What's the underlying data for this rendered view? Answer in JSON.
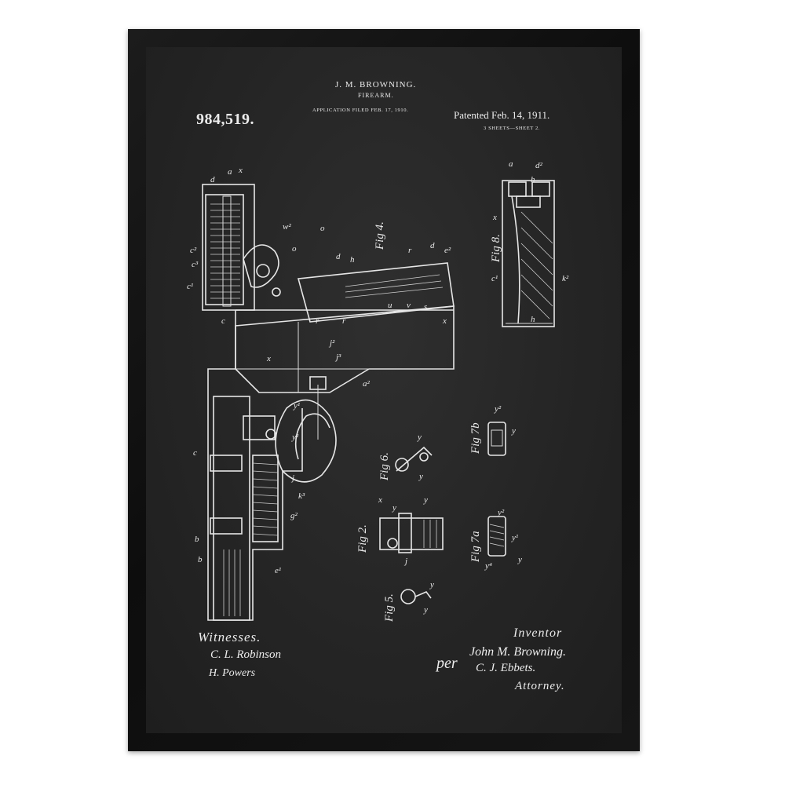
{
  "header": {
    "inventor": "J. M. BROWNING.",
    "subject": "FIREARM.",
    "application": "APPLICATION FILED FEB. 17, 1910.",
    "patent_number": "984,519.",
    "patented": "Patented Feb. 14, 1911.",
    "sheets": "3 SHEETS—SHEET 2."
  },
  "figures": {
    "fig4": "Fig 4.",
    "fig8": "Fig 8.",
    "fig7b": "Fig 7b",
    "fig7a": "Fig 7a",
    "fig6": "Fig 6.",
    "fig2": "Fig 2.",
    "fig5": "Fig 5."
  },
  "footer": {
    "witnesses_label": "Witnesses.",
    "witness1": "C. L. Robinson",
    "witness2": "H. Powers",
    "inventor_label": "Inventor",
    "per": "per",
    "inventor_signature": "John M. Browning.",
    "attorney_signature": "C. J. Ebbets.",
    "attorney_label": "Attorney."
  },
  "colors": {
    "frame": "#141414",
    "sheet": "#262626",
    "ink": "#ececec"
  }
}
